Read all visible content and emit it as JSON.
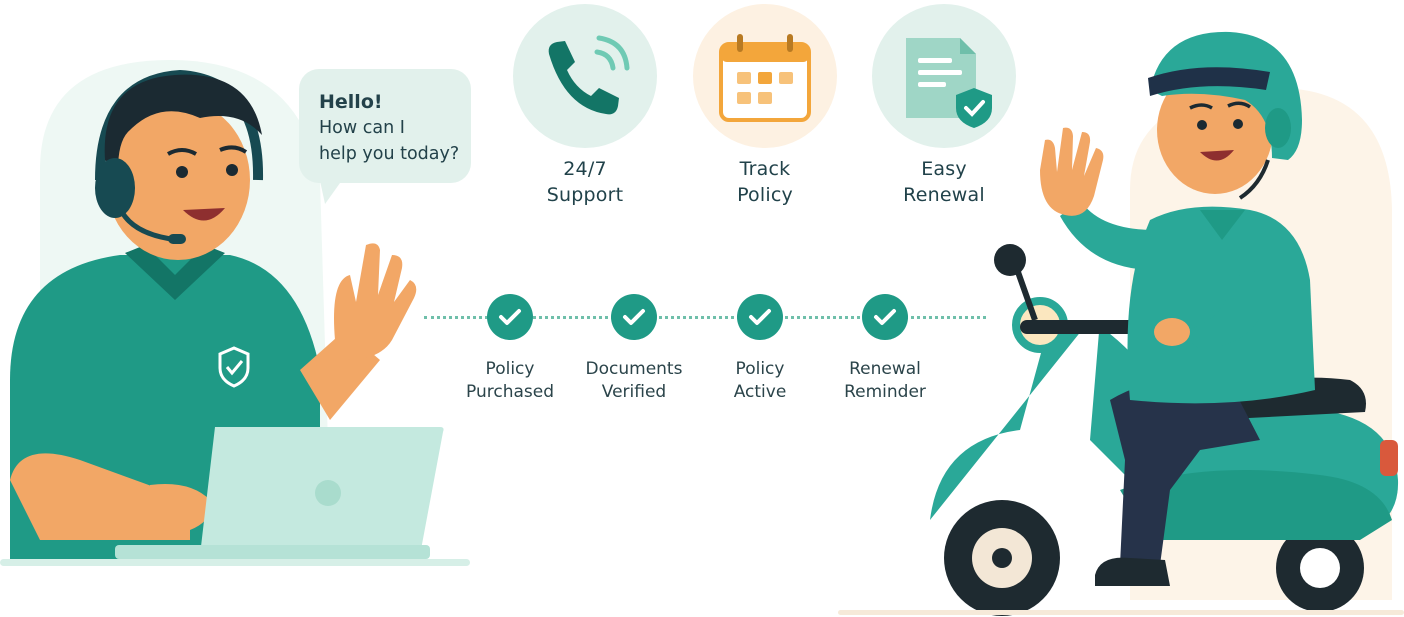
{
  "bubble": {
    "greeting": "Hello!",
    "line1": "How can I",
    "line2": "help you today?"
  },
  "features": [
    {
      "line1": "24/7",
      "line2": "Support",
      "icon": "phone-icon"
    },
    {
      "line1": "Track",
      "line2": "Policy",
      "icon": "calendar-icon"
    },
    {
      "line1": "Easy",
      "line2": "Renewal",
      "icon": "document-shield-icon"
    }
  ],
  "timeline": [
    {
      "line1": "Policy",
      "line2": "Purchased"
    },
    {
      "line1": "Documents",
      "line2": "Verified"
    },
    {
      "line1": "Policy",
      "line2": "Active"
    },
    {
      "line1": "Renewal",
      "line2": "Reminder"
    }
  ],
  "colors": {
    "teal": "#1f9a86",
    "dark_teal": "#137566",
    "mint": "#e2f1ec",
    "peach": "#fdf1e2",
    "orange": "#f3a63b",
    "skin": "#f2a766",
    "hair": "#1b2a32",
    "text": "#21424a"
  }
}
